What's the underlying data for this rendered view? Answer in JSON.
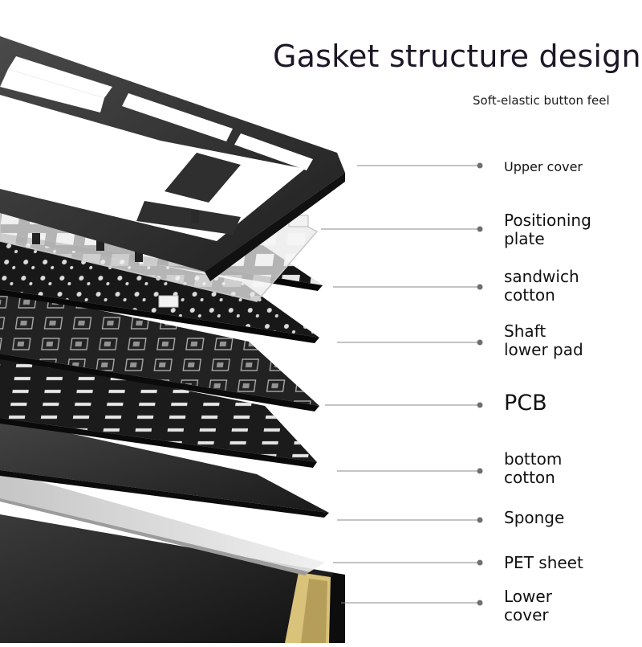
{
  "header": {
    "title": "Gasket structure design",
    "subtitle": "Soft-elastic button feel"
  },
  "layers": [
    {
      "id": "upper-cover",
      "lines": [
        "Upper cover"
      ]
    },
    {
      "id": "positioning-plate",
      "lines": [
        "Positioning",
        "plate"
      ]
    },
    {
      "id": "sandwich-cotton",
      "lines": [
        "sandwich",
        "cotton"
      ]
    },
    {
      "id": "shaft-lower-pad",
      "lines": [
        "Shaft",
        "lower pad"
      ]
    },
    {
      "id": "pcb",
      "lines": [
        "PCB"
      ]
    },
    {
      "id": "bottom-cotton",
      "lines": [
        "bottom",
        "cotton"
      ]
    },
    {
      "id": "sponge",
      "lines": [
        "Sponge"
      ]
    },
    {
      "id": "pet-sheet",
      "lines": [
        "PET sheet"
      ]
    },
    {
      "id": "lower-cover",
      "lines": [
        "Lower",
        "cover"
      ]
    }
  ],
  "colors": {
    "frame": "#2b2b2b",
    "plate": "#e9e9e9",
    "foam": "#181818",
    "pcb": "#222222",
    "accent_gold": "#d9c27a",
    "leader": "#888888"
  }
}
